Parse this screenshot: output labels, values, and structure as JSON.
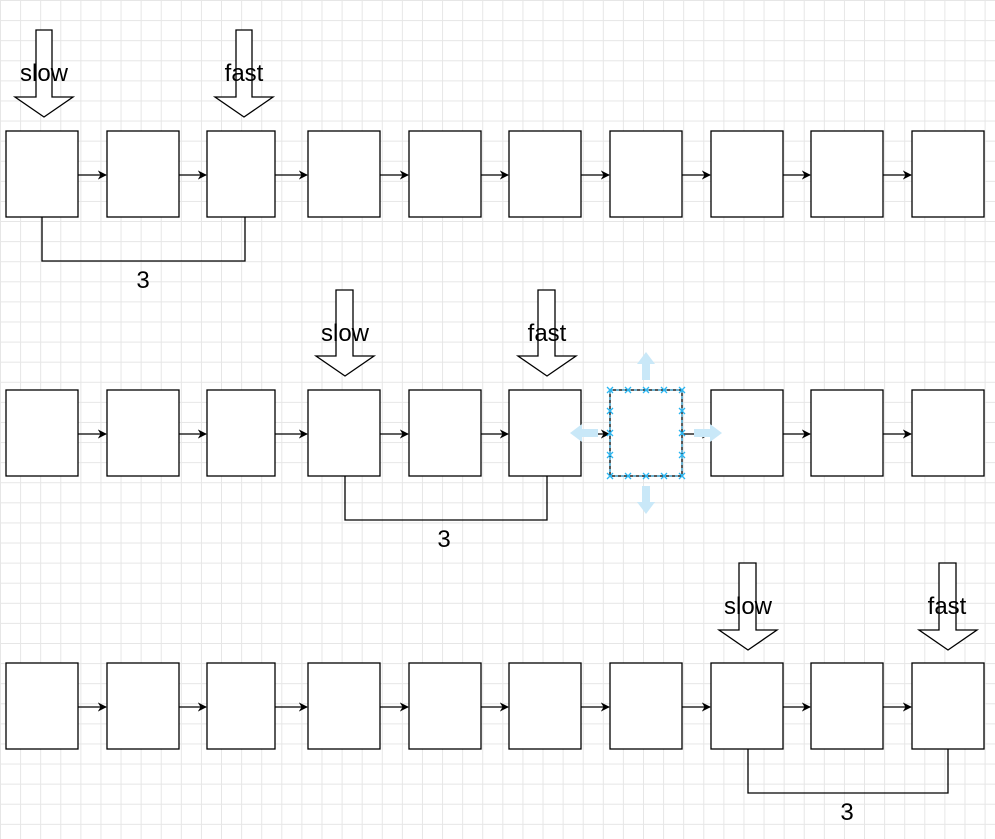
{
  "rows": [
    {
      "node_count": 10,
      "slow_label": "slow",
      "fast_label": "fast",
      "slow_index": 0,
      "fast_index": 2,
      "gap_label": "3",
      "selected_index": null
    },
    {
      "node_count": 10,
      "slow_label": "slow",
      "fast_label": "fast",
      "slow_index": 3,
      "fast_index": 5,
      "gap_label": "3",
      "selected_index": 6
    },
    {
      "node_count": 10,
      "slow_label": "slow",
      "fast_label": "fast",
      "slow_index": 7,
      "fast_index": 9,
      "gap_label": "3",
      "selected_index": null
    }
  ],
  "colors": {
    "stroke": "#000000",
    "selection": "#29b6f2",
    "selection_hint": "#c9e8f8"
  }
}
